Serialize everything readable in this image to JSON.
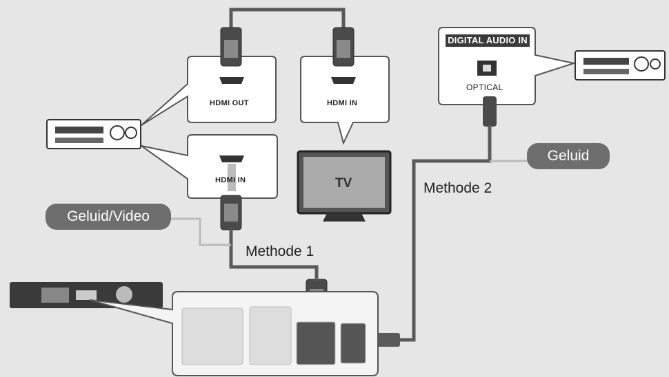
{
  "diagram": {
    "hdmi_out_label": "HDMI OUT",
    "hdmi_in_tv_label": "HDMI IN",
    "hdmi_in_receiver_label": "HDMI IN",
    "tv_label": "TV",
    "digital_audio_in_label": "DIGITAL AUDIO IN",
    "optical_label": "OPTICAL",
    "method1_label": "Methode 1",
    "method2_label": "Methode 2",
    "audio_video_pill": "Geluid/Video",
    "audio_pill": "Geluid"
  },
  "colors": {
    "background": "#e6e6e6",
    "cable": "#5a5a5a",
    "pill": "#6e6e6e",
    "device": "#444444",
    "callout_stroke": "#555555"
  }
}
